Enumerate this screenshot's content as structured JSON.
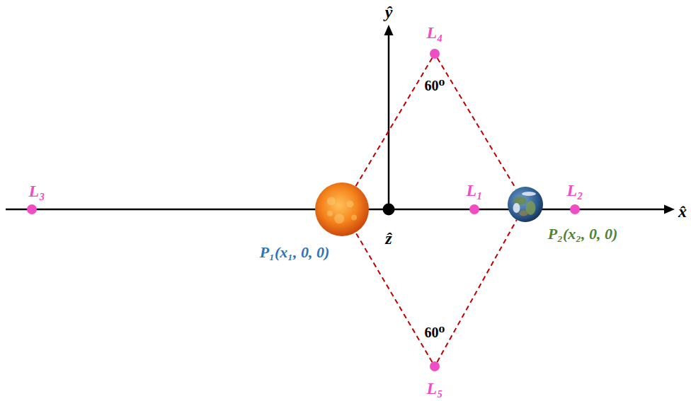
{
  "diagram": {
    "nodes": [
      {
        "text": [
          "L₄"
        ]
      },
      {
        "text": [
          "L₃"
        ]
      },
      {
        "text": [
          "P₁(x₁, 0, 0)"
        ]
      },
      {
        "text": [
          "L₁"
        ]
      },
      {
        "text": [
          "P₂(x₂, 0, 0)"
        ]
      },
      {
        "text": [
          "L₂"
        ]
      },
      {
        "text": [
          "L₅"
        ]
      }
    ],
    "edges": [
      {
        "from": 0,
        "to": 2,
        "arrow": "none"
      },
      {
        "from": 0,
        "to": 4,
        "arrow": "none"
      },
      {
        "from": 6,
        "to": 2,
        "arrow": "none"
      },
      {
        "from": 6,
        "to": 4,
        "arrow": "none"
      }
    ],
    "labels": [
      "60⁰",
      "60⁰",
      "x̂",
      "ŷ",
      "ẑ"
    ]
  }
}
